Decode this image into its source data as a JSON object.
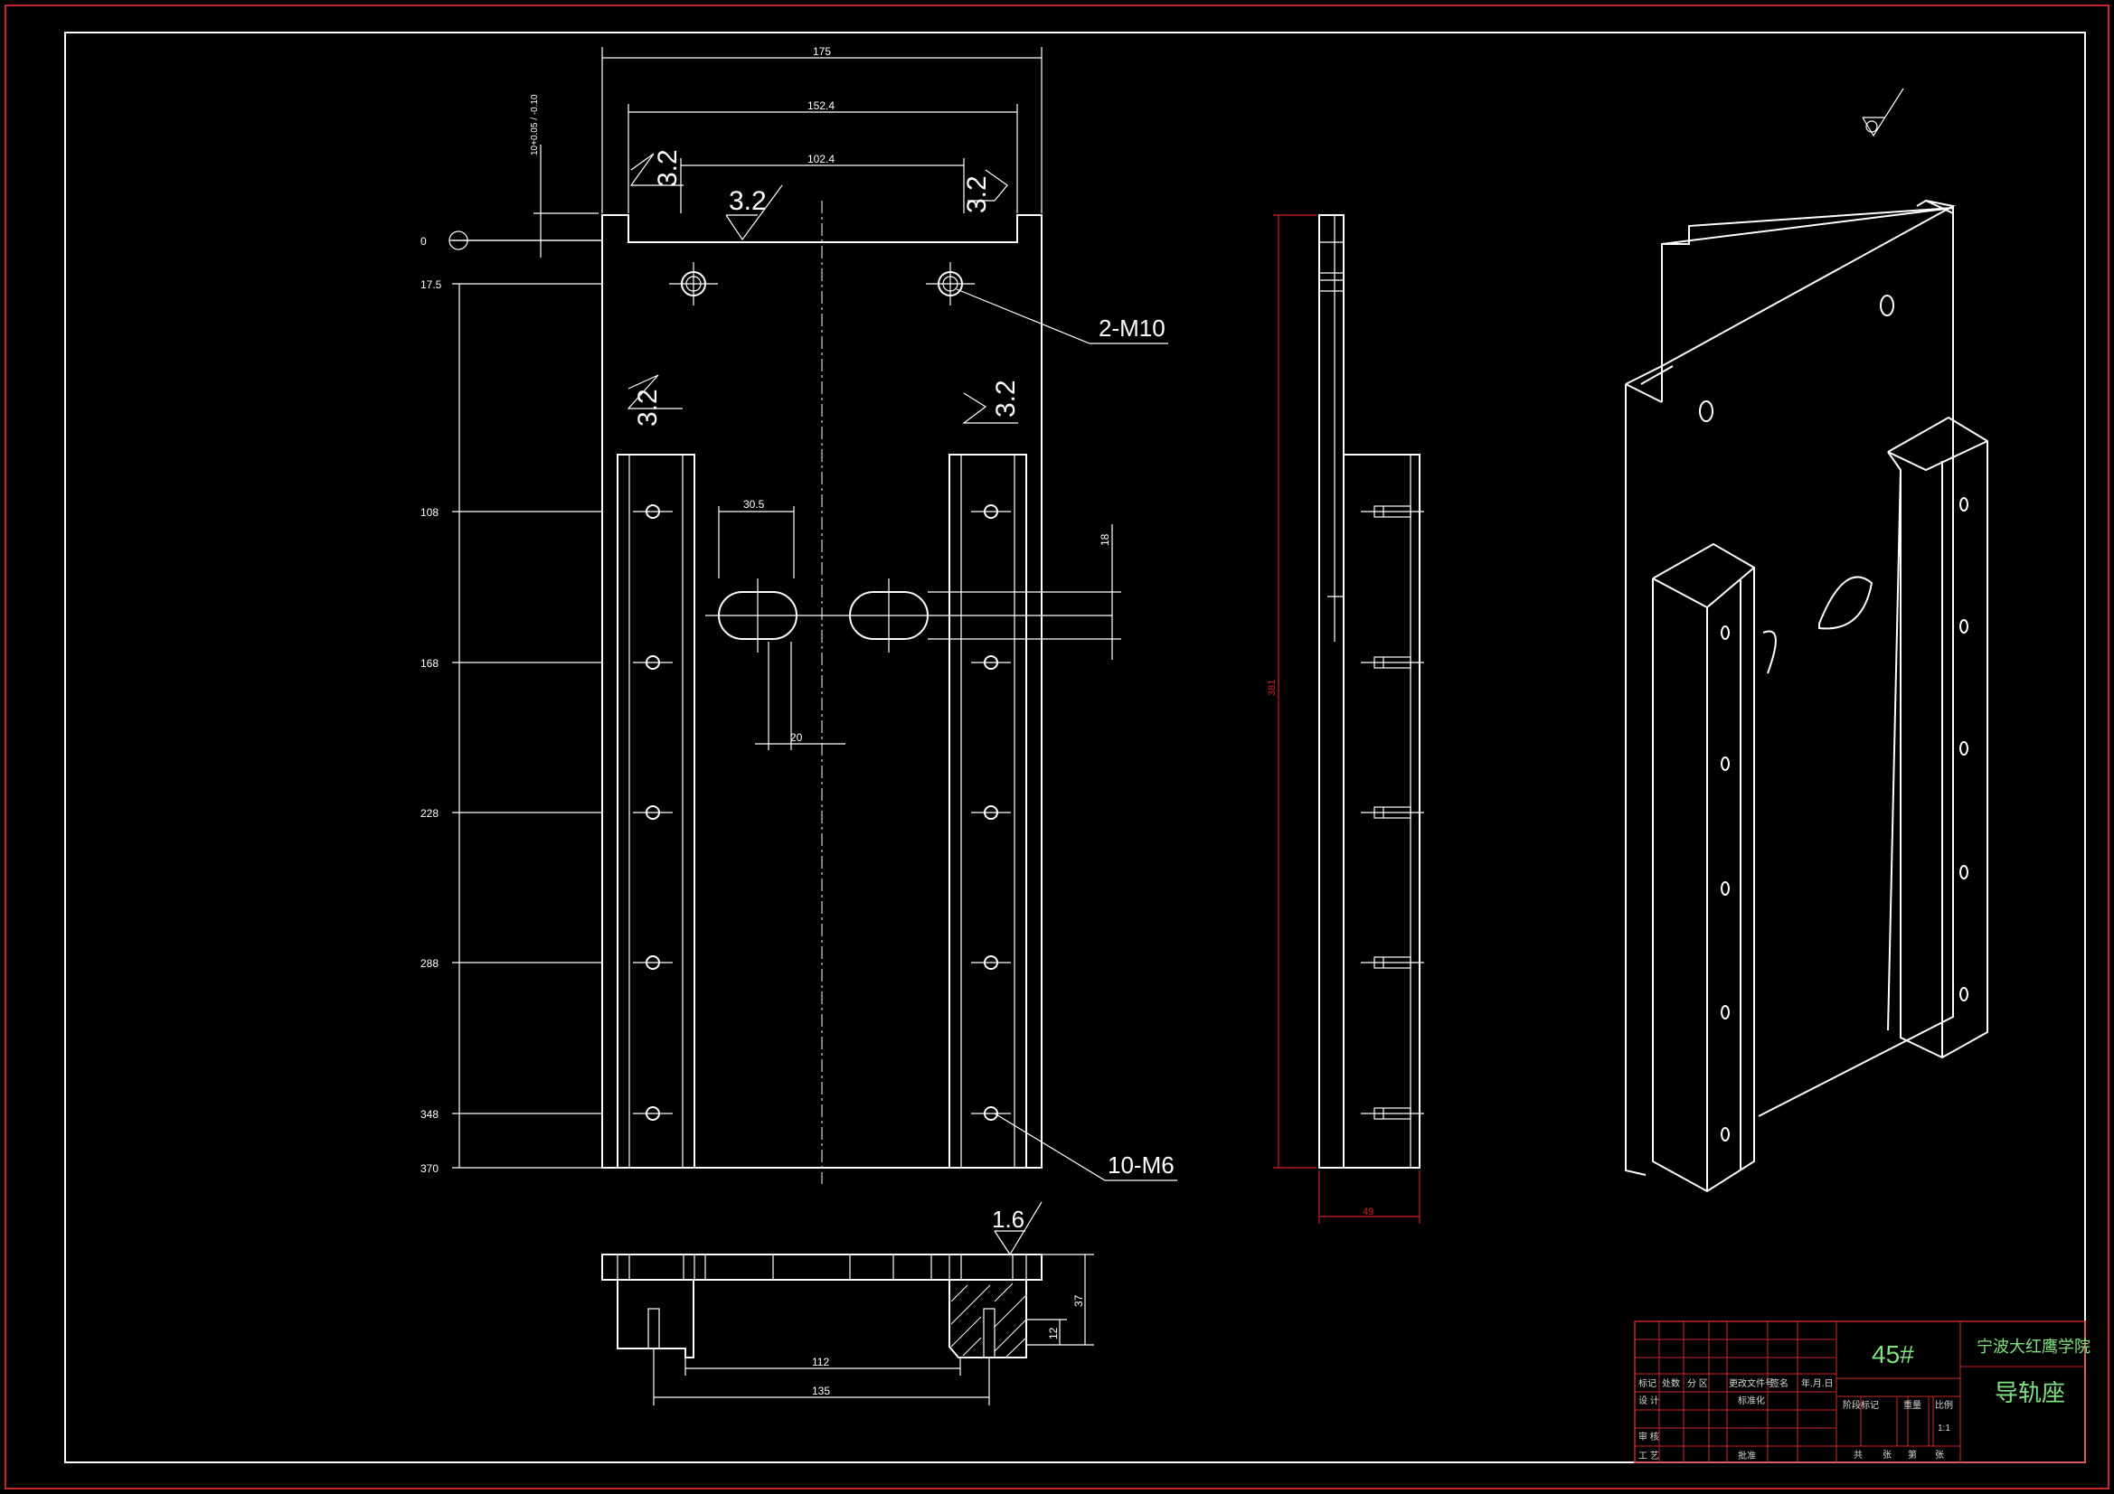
{
  "drawing": {
    "title": "导轨座",
    "material": "45#",
    "institution": "宁波大红鹰学院",
    "scale": "1:1",
    "colors": {
      "background": "#000000",
      "lines": "#ffffff",
      "frame": "#c62828",
      "titleblock_text": "#7fe27f"
    }
  },
  "front_view": {
    "dims_top": [
      "175",
      "152.4",
      "102.4"
    ],
    "ordinates": [
      "0",
      "17.5",
      "108",
      "168",
      "228",
      "288",
      "348",
      "370"
    ],
    "tolerance": "10+0.05 / -0.10",
    "slot_dims": [
      "30.5",
      "20",
      "18"
    ],
    "callouts": [
      "2-M10",
      "10-M6"
    ],
    "roughness": [
      "3.2",
      "3.2",
      "3.2",
      "3.2",
      "3.2"
    ]
  },
  "bottom_view": {
    "dims": [
      "112",
      "135",
      "37",
      "12"
    ],
    "roughness": "1.6"
  },
  "side_view": {
    "dims": [
      "381",
      "49"
    ]
  },
  "title_block": {
    "headers": [
      "标记",
      "处数",
      "分 区",
      "更改文件号",
      "签名",
      "年.月.日"
    ],
    "rows": [
      "设 计",
      "审 核",
      "工 艺"
    ],
    "mid_labels": [
      "标准化",
      "批准"
    ],
    "stage_labels": [
      "阶段标记",
      "重量",
      "比例"
    ],
    "bottom_labels": [
      "共",
      "张",
      "第",
      "张"
    ]
  }
}
